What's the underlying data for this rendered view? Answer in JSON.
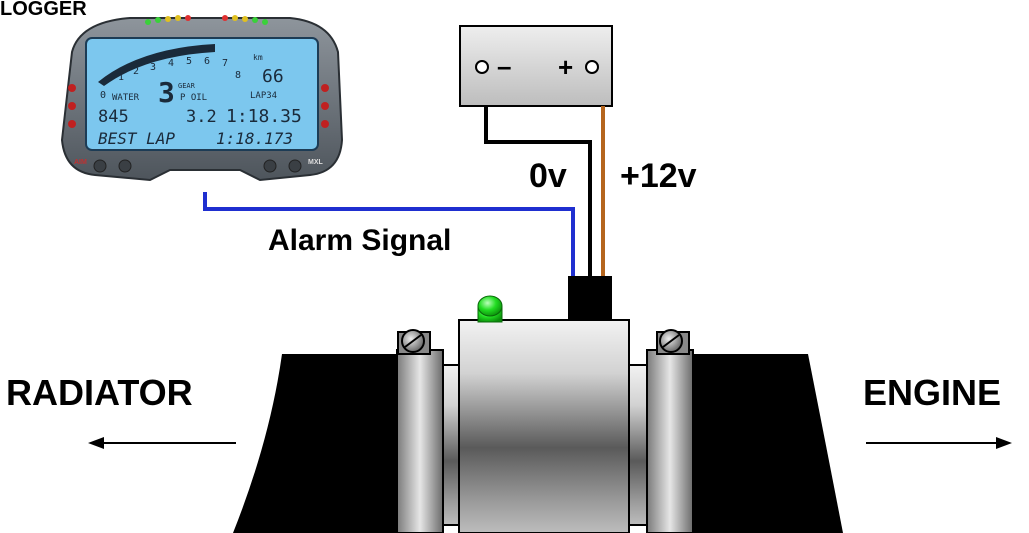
{
  "labels": {
    "logger_title": "LOGGER",
    "alarm_signal": "Alarm Signal",
    "zero_volt": "0v",
    "plus_12v": "+12v",
    "radiator": "RADIATOR",
    "engine": "ENGINE"
  },
  "battery": {
    "minus_symbol": "–",
    "plus_symbol": "+"
  },
  "dash_display": {
    "shift_numbers": [
      "1",
      "2",
      "3",
      "4",
      "5",
      "6",
      "7",
      "8"
    ],
    "speed_label": "km",
    "speed_value": "66",
    "gear_label": "GEAR",
    "gear_value": "3",
    "zero_label": "0",
    "water_label": "WATER",
    "oil_label": "P OIL",
    "lap_label": "LAP34",
    "water_value": "845",
    "oil_value": "3.2",
    "lap_value": "1:18.35",
    "best_lap_label": "BEST LAP",
    "best_lap_value": "1:18.173",
    "brand_left": "AIM",
    "brand_right": "MXL"
  },
  "colors": {
    "alarm_wire": "#1f2fd0",
    "positive_wire": "#b5651d",
    "ground_wire": "#000000",
    "hose": "#000000",
    "led": "#22dd22",
    "lcd_background": "#7cc7ee"
  }
}
